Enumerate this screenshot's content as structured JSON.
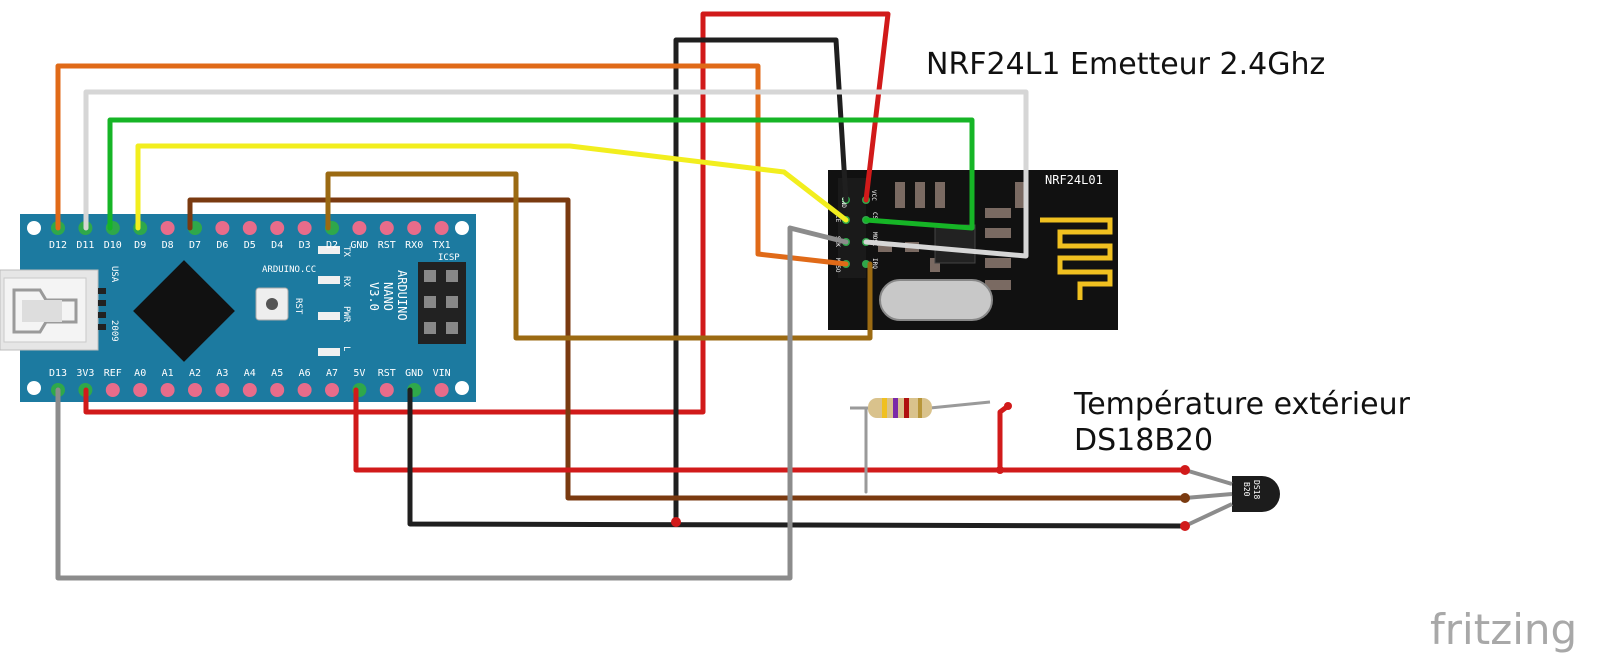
{
  "labels": {
    "nrf_title": "NRF24L1 Emetteur 2.4Ghz",
    "temp_line1": "Température extérieur",
    "temp_line2": "DS18B20",
    "fritzing": "fritzing"
  },
  "nrf_module": {
    "name": "NRF24L01",
    "pin_labels": [
      "GND",
      "VCC",
      "CE",
      "CSN",
      "SCK",
      "MOSI",
      "MISO",
      "IRQ"
    ]
  },
  "arduino": {
    "top_pins": [
      "D12",
      "D11",
      "D10",
      "D9",
      "D8",
      "D7",
      "D6",
      "D5",
      "D4",
      "D3",
      "D2",
      "GND",
      "RST",
      "RX0",
      "TX1"
    ],
    "bottom_pins": [
      "D13",
      "3V3",
      "REF",
      "A0",
      "A1",
      "A2",
      "A3",
      "A4",
      "A5",
      "A6",
      "A7",
      "5V",
      "RST",
      "GND",
      "VIN"
    ],
    "silk_board": "ARDUINO",
    "silk_nano": "NANO",
    "silk_version": "V3.0",
    "silk_site": "ARDUINO.CC",
    "silk_usa": "USA",
    "silk_year": "2009",
    "silk_icsp": "ICSP",
    "silk_rst": "RST",
    "led_tx": "TX",
    "led_rx": "RX",
    "led_pwr": "PWR",
    "led_l": "L"
  },
  "sensor": {
    "marking_line1": "DS18",
    "marking_line2": "B20"
  },
  "colors": {
    "board_blue": "#1c7aa0",
    "module_black": "#111111",
    "wire_red": "#d11a1a",
    "wire_black": "#1f1f1f",
    "wire_orange": "#e06a18",
    "wire_white": "#d6d6d6",
    "wire_green": "#16b526",
    "wire_yellow": "#f2ee1e",
    "wire_brown": "#7a3a10",
    "wire_ochre": "#9b6a12",
    "wire_gray": "#8c8c8c",
    "antenna_gold": "#f0c020"
  }
}
